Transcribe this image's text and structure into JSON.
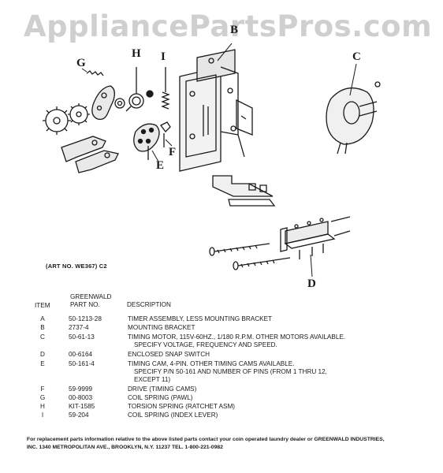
{
  "watermark": "AppliancePartsPros.com",
  "callouts": {
    "b": "B",
    "c": "C",
    "d": "D",
    "e": "E",
    "f": "F",
    "g": "G",
    "h": "H",
    "i": "I"
  },
  "art_number": "(ART NO. WE367) C2",
  "table": {
    "header": {
      "item": "ITEM",
      "part_line1": "GREENWALD",
      "part_line2": "PART NO.",
      "description": "DESCRIPTION"
    },
    "rows": [
      {
        "item": "A",
        "part": "50-1213-28",
        "desc": [
          "TIMER ASSEMBLY, LESS MOUNTING BRACKET"
        ]
      },
      {
        "item": "B",
        "part": "2737-4",
        "desc": [
          "MOUNTING BRACKET"
        ]
      },
      {
        "item": "C",
        "part": "50-61-13",
        "desc": [
          "TIMING MOTOR, 115V-60HZ., 1/180 R.P.M. OTHER MOTORS AVAILABLE.",
          "SPECIFY VOLTAGE, FREQUENCY AND SPEED."
        ]
      },
      {
        "item": "D",
        "part": "00-6164",
        "desc": [
          "ENCLOSED SNAP SWITCH"
        ]
      },
      {
        "item": "E",
        "part": "50-161-4",
        "desc": [
          "TIMING CAM, 4-PIN. OTHER TIMING CAMS AVAILABLE.",
          "SPECIFY P/N 50-161 AND NUMBER OF PINS (FROM 1 THRU 12,",
          "EXCEPT 11)"
        ]
      },
      {
        "item": "F",
        "part": "59-9999",
        "desc": [
          "DRIVE (TIMING CAMS)"
        ]
      },
      {
        "item": "G",
        "part": "00-8003",
        "desc": [
          "COIL SPRING (PAWL)"
        ]
      },
      {
        "item": "H",
        "part": "KIT-1585",
        "desc": [
          "TORSION SPRING (RATCHET ASM)"
        ]
      },
      {
        "item": "I",
        "part": "59-204",
        "desc": [
          "COIL SPRING (INDEX LEVER)"
        ]
      }
    ]
  },
  "footer": {
    "line1": "For replacement parts information relative to the above listed parts contact your coin operated laundry dealer or GREENWALD INDUSTRIES,",
    "line2": "INC. 1340 METROPOLITAN AVE., BROOKLYN, N.Y. 11237 TEL. 1-800-221-0982"
  }
}
